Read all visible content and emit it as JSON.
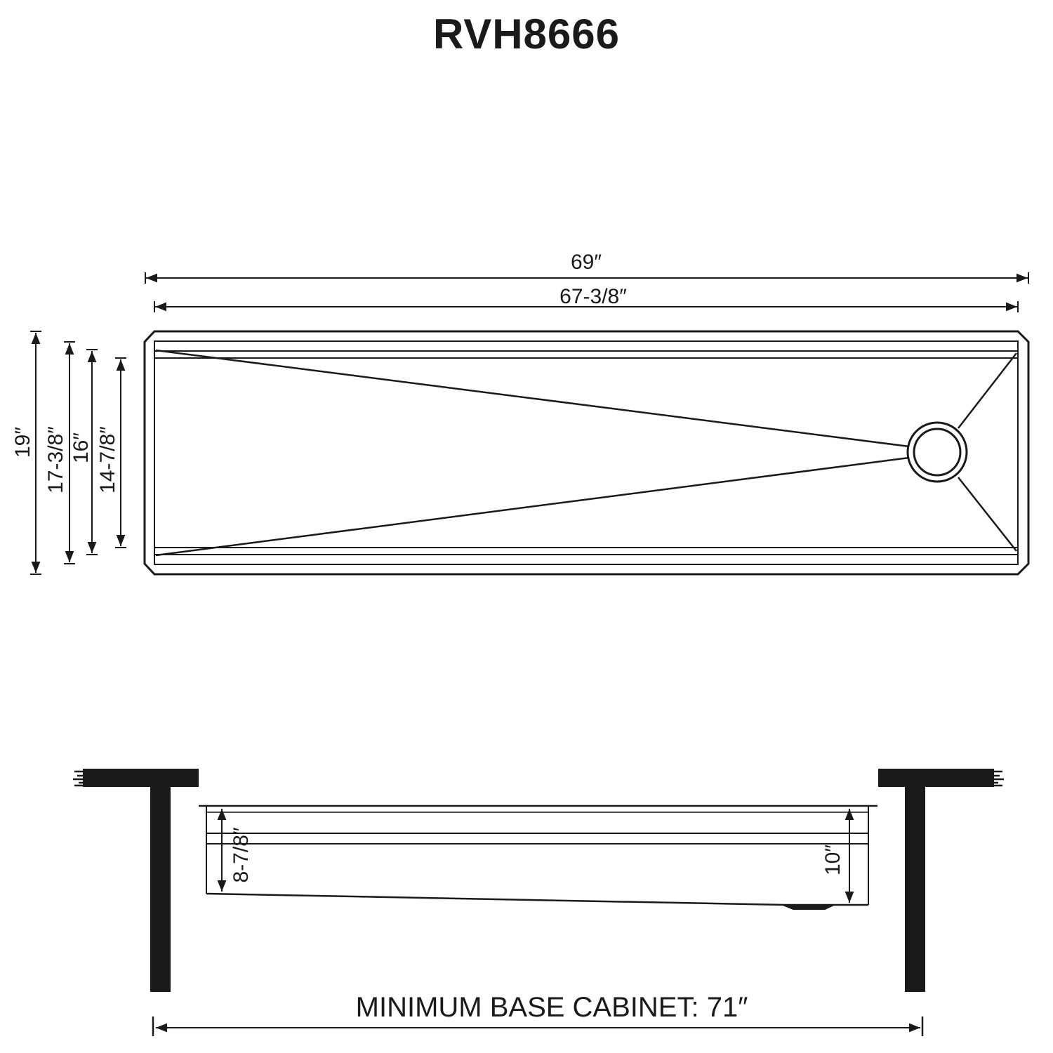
{
  "title": "RVH8666",
  "top_view": {
    "overall_length": "69″",
    "inner_length": "67-3/8″",
    "overall_width": "19″",
    "width_2": "17-3/8″",
    "width_3": "16″",
    "inner_width": "14-7/8″"
  },
  "side_view": {
    "depth_left": "8-7/8″",
    "depth_right": "10″",
    "cabinet_label": "MINIMUM BASE CABINET: 71″"
  }
}
